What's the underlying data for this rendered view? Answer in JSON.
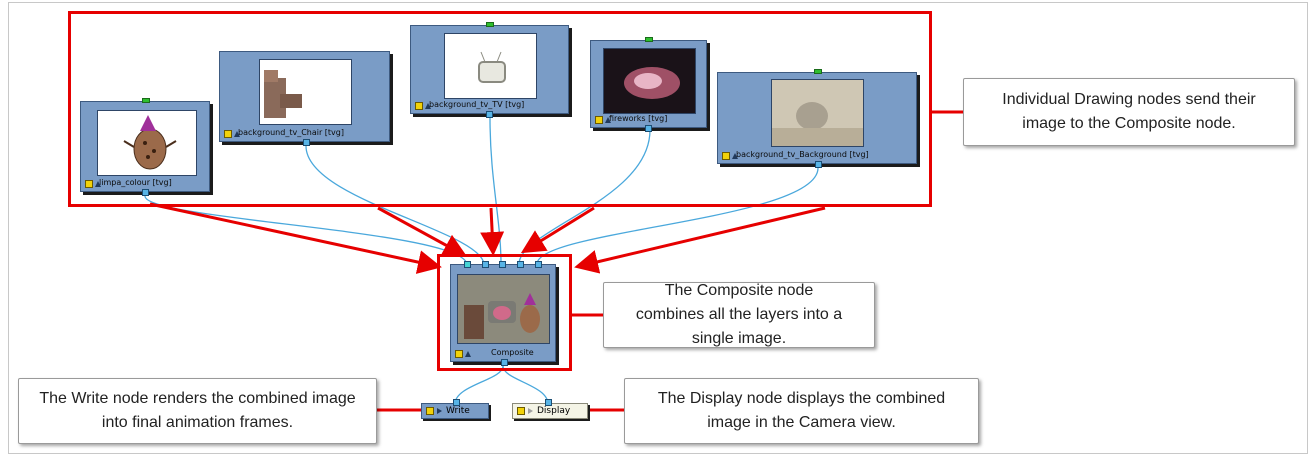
{
  "callouts": {
    "drawing": "Individual Drawing nodes send their image to the Composite node.",
    "composite": "The Composite node combines all the layers into a single image.",
    "write": "The Write node renders the combined image into final animation frames.",
    "display": "The Display node displays the combined image in the Camera view."
  },
  "nodes": {
    "limpa": "limpa_colour  [tvg]",
    "chair": "background_tv_Chair  [tvg]",
    "tv": "background_tv_TV  [tvg]",
    "fireworks": "fireworks  [tvg]",
    "background": "background_tv_Background  [tvg]",
    "composite": "Composite",
    "write": "Write",
    "display": "Display"
  },
  "colors": {
    "highlight_red": "#e60000",
    "node_blue": "#7a9cc6",
    "wire_blue": "#4aa8dc",
    "port_green": "#2fbf2f",
    "yellow_square": "#f2d20a"
  }
}
